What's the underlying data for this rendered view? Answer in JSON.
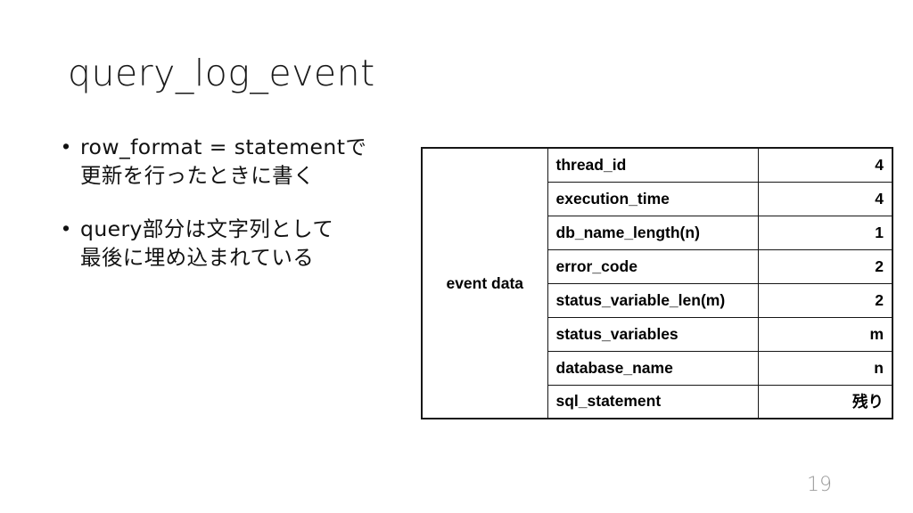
{
  "slide": {
    "title": "query_log_event",
    "page_number": "19",
    "bullets": [
      {
        "marker": "•",
        "lines": [
          "row_format = statementで",
          "更新を行ったときに書く"
        ]
      },
      {
        "marker": "•",
        "lines": [
          "query部分は文字列として",
          "最後に埋め込まれている"
        ]
      }
    ],
    "table": {
      "group_label": "event data",
      "rows": [
        {
          "field": "thread_id",
          "size": "4"
        },
        {
          "field": "execution_time",
          "size": "4"
        },
        {
          "field": "db_name_length(n)",
          "size": "1"
        },
        {
          "field": "error_code",
          "size": "2"
        },
        {
          "field": "status_variable_len(m)",
          "size": "2"
        },
        {
          "field": "status_variables",
          "size": "m"
        },
        {
          "field": "database_name",
          "size": "n"
        },
        {
          "field": "sql_statement",
          "size": "残り"
        }
      ]
    },
    "colors": {
      "background": "#ffffff",
      "text": "#111111",
      "title": "#1a1a1a",
      "table_border": "#161616",
      "page_number": "#9a9a9a"
    }
  }
}
